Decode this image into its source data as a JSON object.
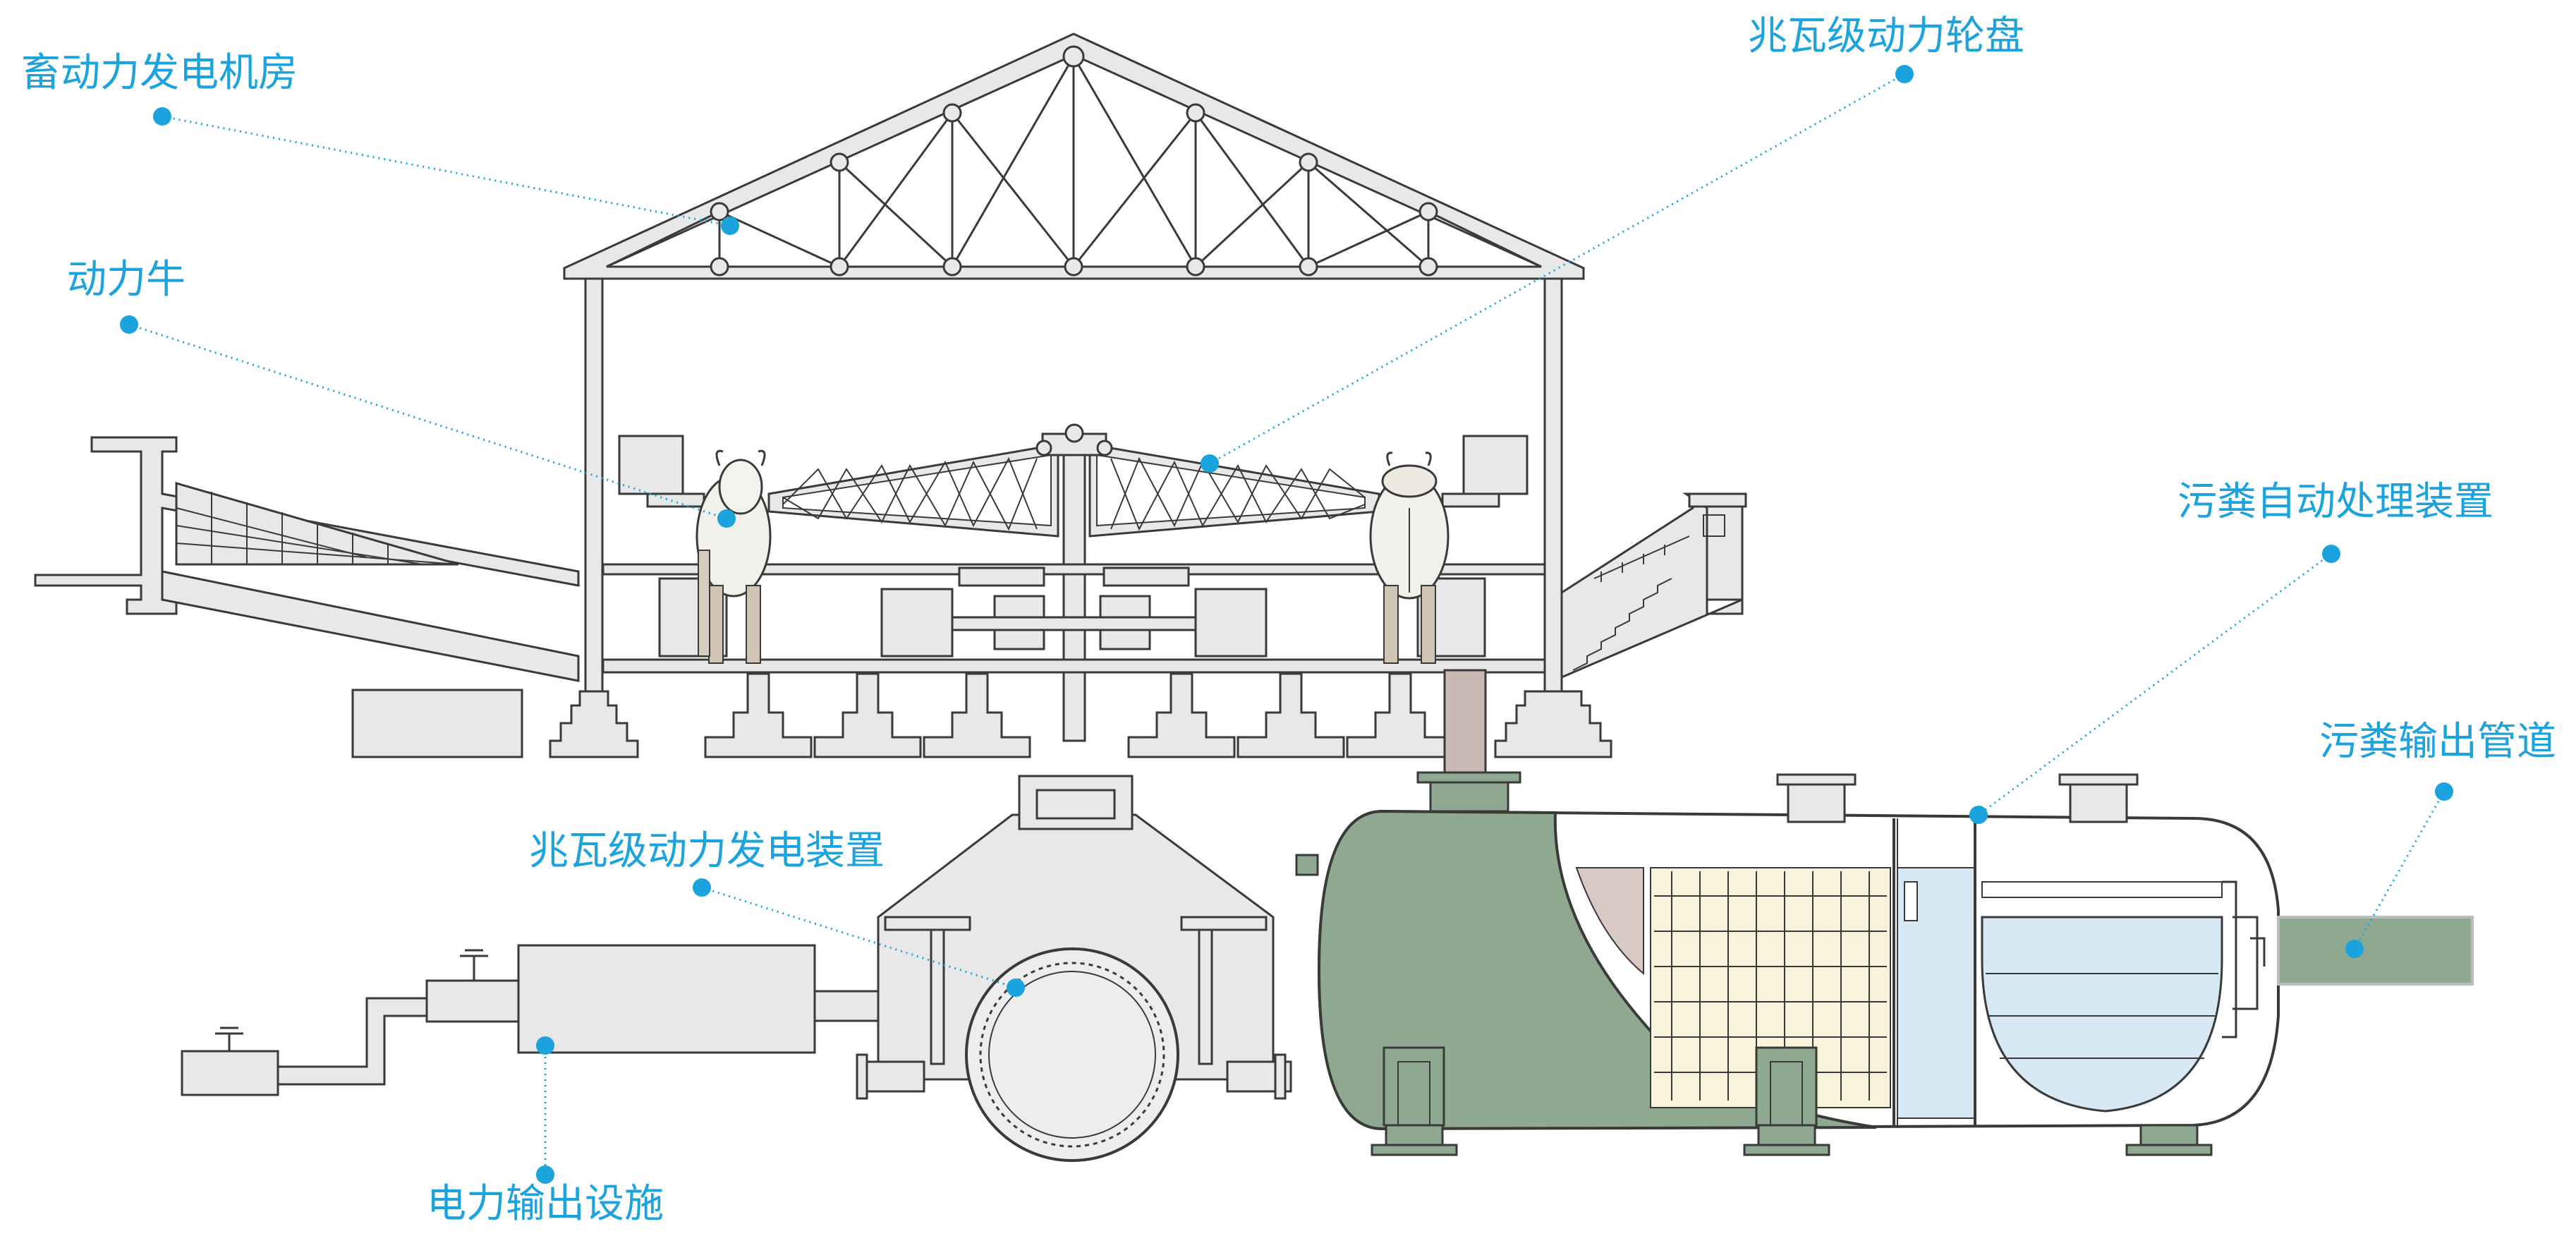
{
  "labels": {
    "generator_house": "畜动力发电机房",
    "power_cow": "动力牛",
    "megawatt_wheel": "兆瓦级动力轮盘",
    "waste_device": "污粪自动处理装置",
    "waste_pipe": "污粪输出管道",
    "megawatt_generator": "兆瓦级动力发电装置",
    "power_output": "电力输出设施"
  },
  "colors": {
    "label_blue": "#1aa3dc",
    "structure_fill": "#e8e8e8",
    "line": "#3a3a3a",
    "tank_green": "#8fa890",
    "water_blue": "#d6e9f5",
    "media_yellow": "#f8f4dc",
    "pipe_pink": "#c9b8b4"
  }
}
